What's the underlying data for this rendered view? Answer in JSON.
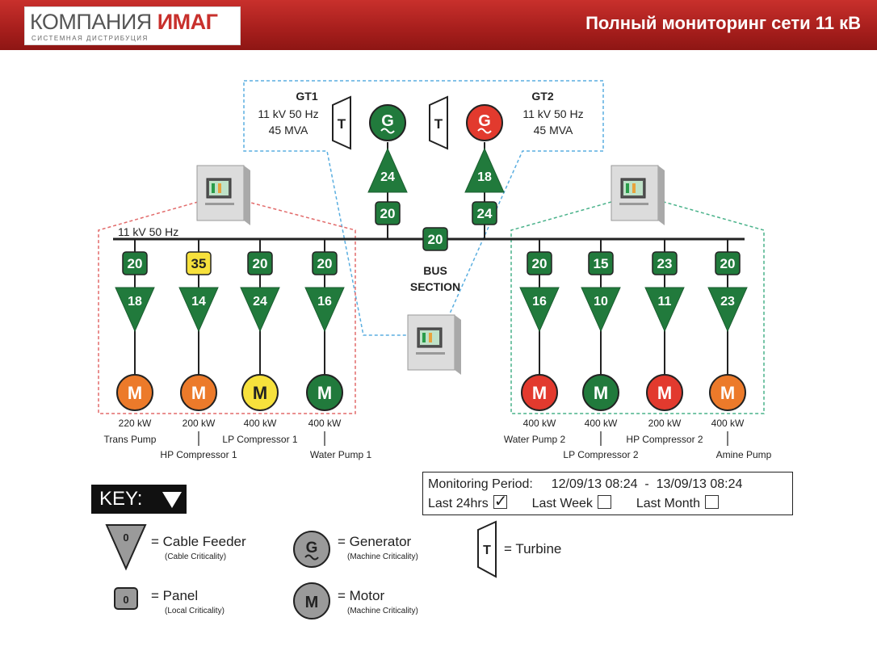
{
  "header": {
    "logo_word1": "КОМПАНИЯ",
    "logo_word2": "ИМАГ",
    "logo_sub": "СИСТЕМНАЯ ДИСТРИБУЦИЯ",
    "title": "Полный мониторинг сети 11 кВ"
  },
  "colors": {
    "green": "#217a3c",
    "red": "#e23a2e",
    "orange": "#ec7a2a",
    "yellow": "#f7e13c",
    "brand_red": "#c8302c"
  },
  "generators": [
    {
      "name": "GT1",
      "rating": "11 kV 50 Hz",
      "mva": "45 MVA",
      "turbine_label": "T",
      "gen_label": "G",
      "feeder": "24",
      "panel": "20",
      "status": "green"
    },
    {
      "name": "GT2",
      "rating": "11 kV 50 Hz",
      "mva": "45 MVA",
      "turbine_label": "T",
      "gen_label": "G",
      "feeder": "18",
      "panel": "24",
      "status": "red"
    }
  ],
  "bus": {
    "label": "11 kV 50 Hz",
    "section_panel": "20",
    "section_label_1": "BUS",
    "section_label_2": "SECTION"
  },
  "left_feeders": [
    {
      "panel": "20",
      "panel_status": "green",
      "feeder": "18",
      "motor": "M",
      "motor_status": "orange",
      "kw": "220 kW",
      "name": "Trans Pump"
    },
    {
      "panel": "35",
      "panel_status": "yellow",
      "feeder": "14",
      "motor": "M",
      "motor_status": "orange",
      "kw": "200 kW",
      "name": "HP Compressor 1"
    },
    {
      "panel": "20",
      "panel_status": "green",
      "feeder": "24",
      "motor": "M",
      "motor_status": "yellow",
      "kw": "400 kW",
      "name": "LP Compressor 1"
    },
    {
      "panel": "20",
      "panel_status": "green",
      "feeder": "16",
      "motor": "M",
      "motor_status": "green",
      "kw": "400 kW",
      "name": "Water Pump 1"
    }
  ],
  "right_feeders": [
    {
      "panel": "20",
      "panel_status": "green",
      "feeder": "16",
      "motor": "M",
      "motor_status": "red",
      "kw": "400 kW",
      "name": "Water Pump 2"
    },
    {
      "panel": "15",
      "panel_status": "green",
      "feeder": "10",
      "motor": "M",
      "motor_status": "green",
      "kw": "400 kW",
      "name": "LP Compressor 2"
    },
    {
      "panel": "23",
      "panel_status": "green",
      "feeder": "11",
      "motor": "M",
      "motor_status": "red",
      "kw": "200 kW",
      "name": "HP Compressor 2"
    },
    {
      "panel": "20",
      "panel_status": "green",
      "feeder": "23",
      "motor": "M",
      "motor_status": "orange",
      "kw": "400 kW",
      "name": "Amine Pump"
    }
  ],
  "monitoring": {
    "label": "Monitoring Period:",
    "range": "12/09/13 08:24  -  13/09/13 08:24",
    "options": [
      {
        "label": "Last 24hrs",
        "checked": true
      },
      {
        "label": "Last Week",
        "checked": false
      },
      {
        "label": "Last Month",
        "checked": false
      }
    ]
  },
  "key": {
    "title": "KEY:",
    "cable_symbol": "0",
    "cable_label": "= Cable Feeder",
    "cable_sub": "(Cable Criticality)",
    "panel_symbol": "0",
    "panel_label": "= Panel",
    "panel_sub": "(Local Criticality)",
    "gen_symbol": "G",
    "gen_label": "= Generator",
    "gen_sub": "(Machine Criticality)",
    "motor_symbol": "M",
    "motor_label": "= Motor",
    "motor_sub": "(Machine Criticality)",
    "turbine_symbol": "T",
    "turbine_label": "= Turbine"
  }
}
